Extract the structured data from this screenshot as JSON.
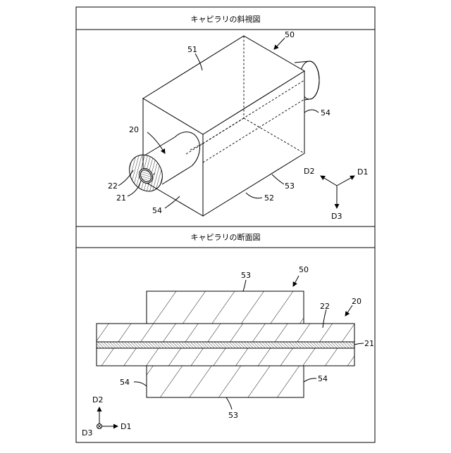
{
  "titles": {
    "perspective": "キャピラリの斜視図",
    "cross_section": "キャピラリの断面図"
  },
  "perspective": {
    "labels": {
      "l50": "50",
      "l51": "51",
      "l20": "20",
      "l22": "22",
      "l21": "21",
      "l54a": "54",
      "l54b": "54",
      "l53": "53",
      "l52": "52"
    },
    "axes": {
      "d1": "D1",
      "d2": "D2",
      "d3": "D3"
    }
  },
  "cross_section": {
    "labels": {
      "l53top": "53",
      "l50": "50",
      "l22": "22",
      "l20": "20",
      "l21": "21",
      "l54l": "54",
      "l54r": "54",
      "l53bot": "53"
    },
    "axes": {
      "d1": "D1",
      "d2": "D2",
      "d3": "D3"
    }
  }
}
